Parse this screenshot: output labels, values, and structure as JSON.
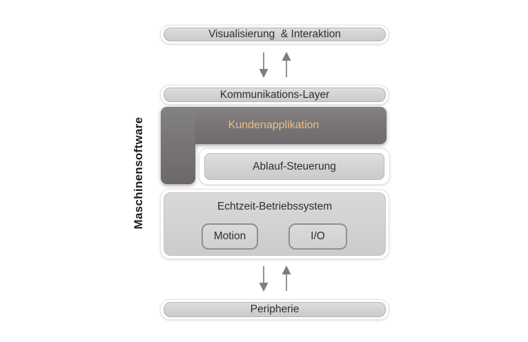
{
  "diagram": {
    "side_label": "Maschinensoftware",
    "boxes": {
      "visualisierung": {
        "label": "Visualisierung  & Interaktion"
      },
      "kommunikations_layer": {
        "label": "Kommunikations-Layer"
      },
      "kundenapplikation": {
        "label": "Kundenapplikation"
      },
      "ablauf_steuerung": {
        "label": "Ablauf-Steuerung"
      },
      "echtzeit_betriebssystem": {
        "label": "Echtzeit-Betriebssystem",
        "children": [
          {
            "label": "Motion"
          },
          {
            "label": "I/O"
          }
        ]
      },
      "peripherie": {
        "label": "Peripherie"
      }
    },
    "icons": {
      "top_flow": "down-up-arrows",
      "bottom_flow": "down-up-arrows"
    },
    "colors": {
      "highlight_text": "#eac189",
      "dark_box_fill": "#787375",
      "pill_fill": "#d2d2d2",
      "pill_border": "#b2b2b2",
      "arrow": "#8a8a8a",
      "label_text": "#2e2e2e"
    }
  }
}
